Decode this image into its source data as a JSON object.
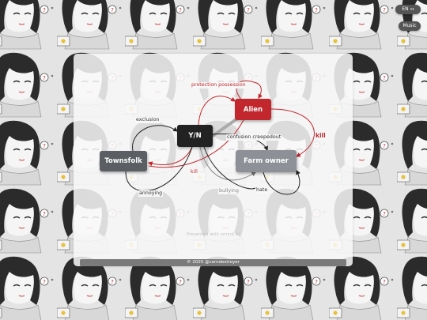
{
  "header": {
    "language_label": "EN",
    "music_label": "Music"
  },
  "diagram": {
    "nodes": {
      "yn": "Y/N",
      "alien": "Alien",
      "townsfolk": "Townsfolk",
      "farm_owner": "Farm owner"
    },
    "edges": {
      "protection_possession": "protection possession",
      "exclusion": "exclusion",
      "confusion_creepedout": "confusion creepedout",
      "kill_alien_farm": "kill",
      "kill_yn_towns": "kill",
      "annoying": "annoying",
      "bullying": "bullying",
      "hate": "hate"
    },
    "colors": {
      "accent_red": "#c1272d",
      "node_dark": "#222222",
      "node_gray": "#5b5e62",
      "node_light_gray": "#8d9096"
    }
  },
  "watermark": "Presented with xmind AI",
  "footer": {
    "copyright": "© 2025 @corndestroyer"
  }
}
